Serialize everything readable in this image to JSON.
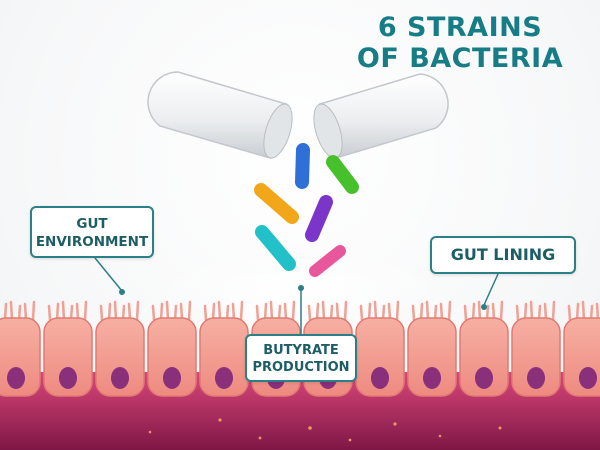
{
  "title": {
    "line1": "6 STRAINS",
    "line2": "OF BACTERIA"
  },
  "callouts": {
    "gut_environment": {
      "line1": "GUT",
      "line2": "ENVIRONMENT"
    },
    "gut_lining": {
      "text": "GUT LINING"
    },
    "butyrate_production": {
      "line1": "BUTYRATE",
      "line2": "PRODUCTION"
    }
  },
  "colors": {
    "title": "#167c86",
    "callout_border": "#2b7f86",
    "cell": "#f29a8e",
    "nucleus": "#8a2f7a",
    "tissue": "#b52a5f",
    "strains": [
      "#2f6fd8",
      "#47c12b",
      "#f2a71b",
      "#7b35c9",
      "#22c1c9",
      "#e8579b"
    ]
  },
  "icons": [
    "probiotic-capsule-left-half",
    "probiotic-capsule-right-half",
    "bacteria-icon",
    "intestinal-cell-icon"
  ]
}
